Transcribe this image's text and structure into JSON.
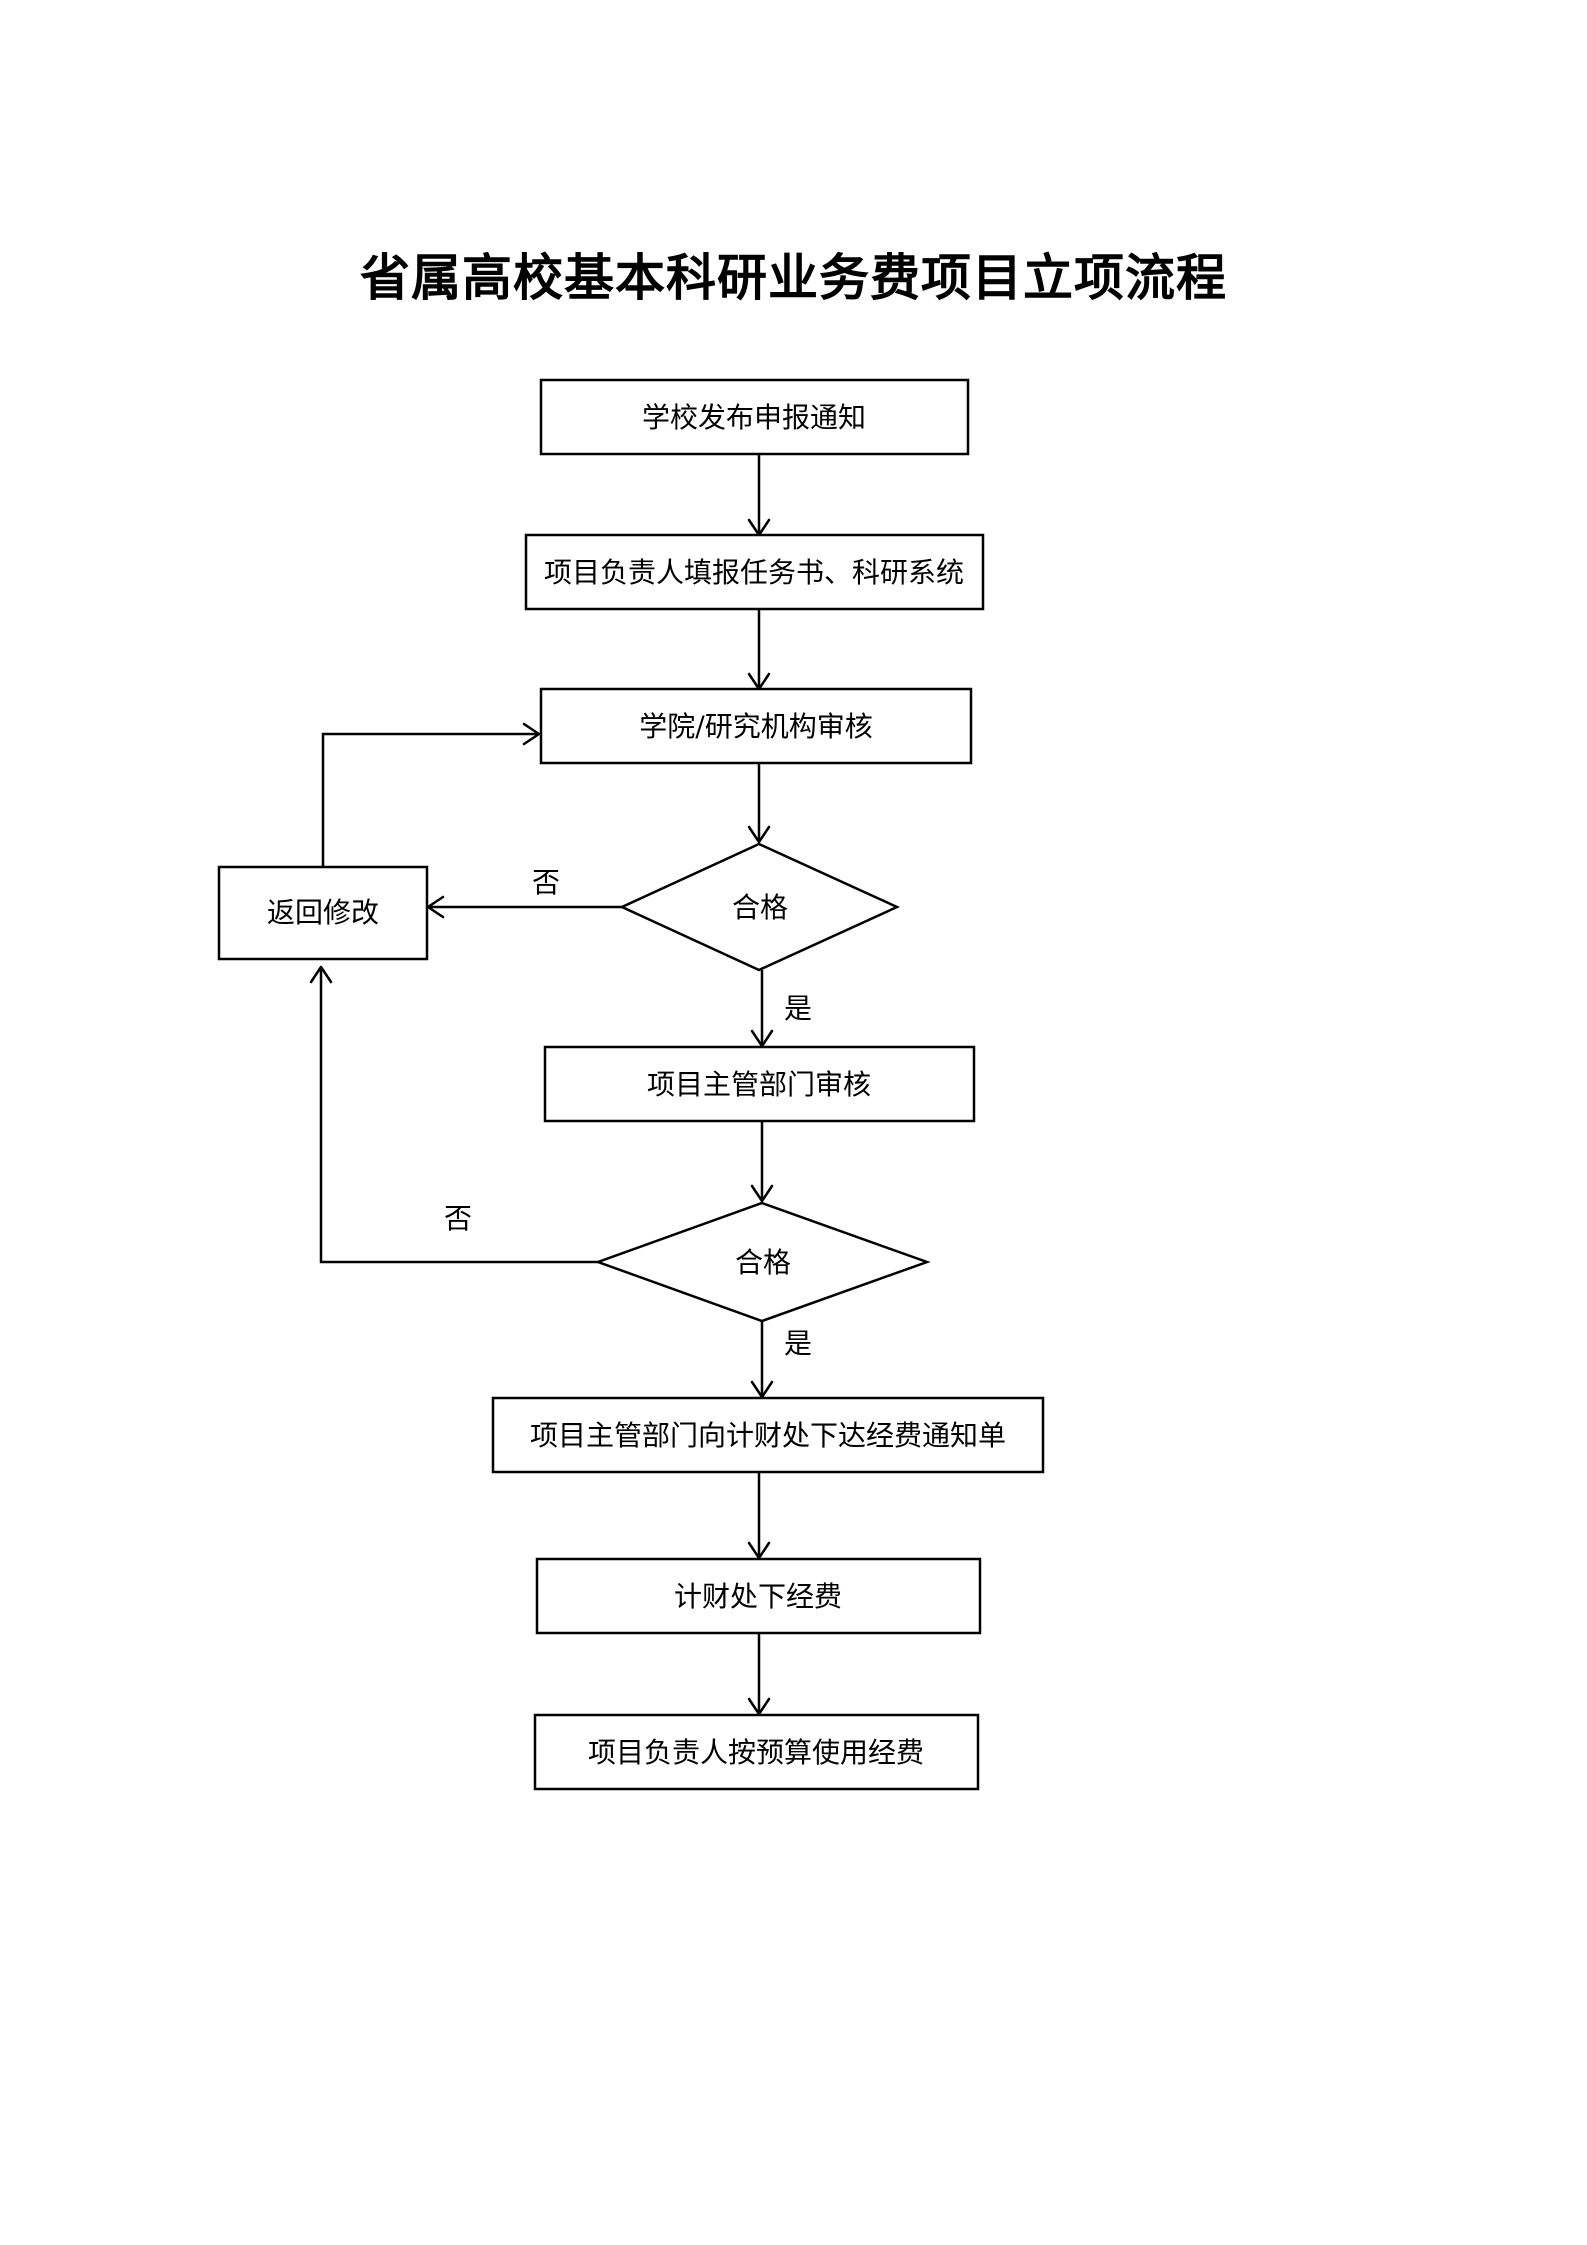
{
  "title": "省属高校基本科研业务费项目立项流程",
  "nodes": {
    "n1": "学校发布申报通知",
    "n2": "项目负责人填报任务书、科研系统",
    "n3": "学院/研究机构审核",
    "d1": "合格",
    "r1": "返回修改",
    "n4": "项目主管部门审核",
    "d2": "合格",
    "n5": "项目主管部门向计财处下达经费通知单",
    "n6": "计财处下经费",
    "n7": "项目负责人按预算使用经费"
  },
  "edge_labels": {
    "d1_no": "否",
    "d1_yes": "是",
    "d2_no": "否",
    "d2_yes": "是"
  }
}
